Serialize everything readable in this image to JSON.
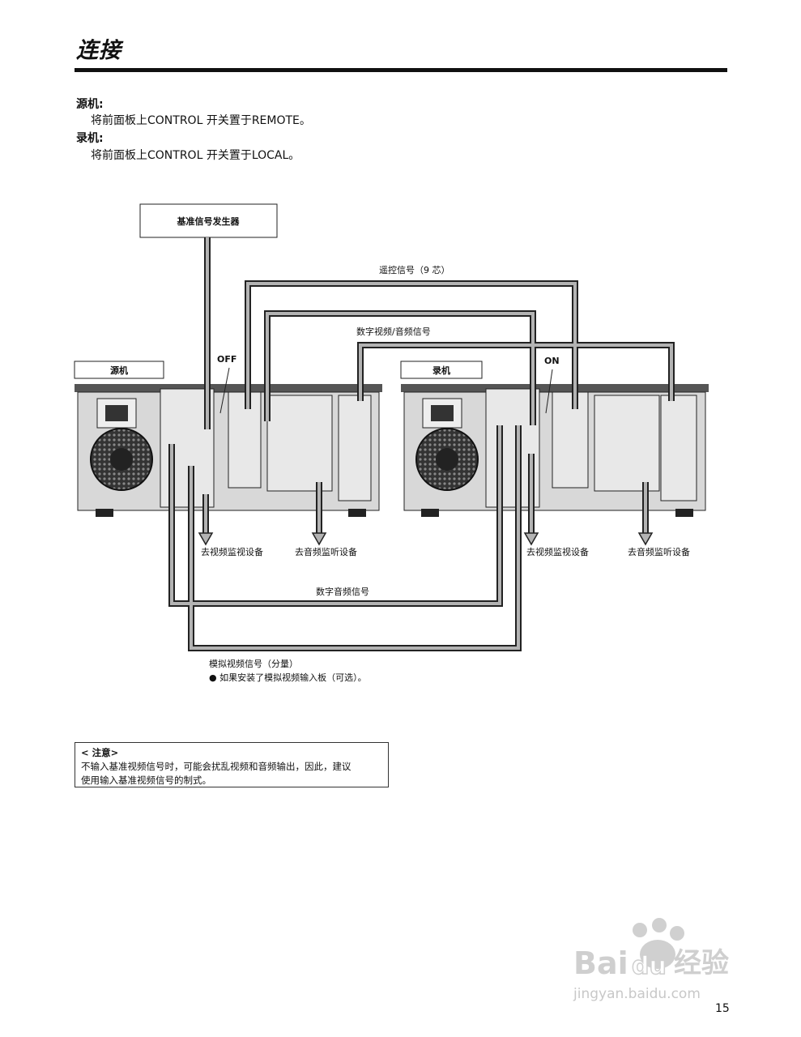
{
  "header": {
    "title": "连接"
  },
  "instructions": [
    {
      "label": "源机:",
      "text": "将前面板上CONTROL 开关置于REMOTE。"
    },
    {
      "label": "录机:",
      "text": "将前面板上CONTROL 开关置于LOCAL。"
    }
  ],
  "diagram": {
    "ref_generator": "基准信号发生器",
    "remote_signal": "遥控信号（9 芯）",
    "digital_av_signal": "数字视频/音频信号",
    "source_label": "源机",
    "recorder_label": "录机",
    "switch_off": "OFF",
    "switch_on": "ON",
    "to_video_monitor": "去视频监视设备",
    "to_audio_monitor": "去音频监听设备",
    "digital_audio_signal": "数字音频信号",
    "analog_video_signal": "模拟视频信号（分量）",
    "analog_note": "● 如果安装了模拟视频输入板（可选）。"
  },
  "note": {
    "title": "< 注意>",
    "line1": "不输入基准视频信号时，可能会扰乱视频和音频输出，因此，建议",
    "line2": "使用输入基准视频信号的制式。"
  },
  "watermark": {
    "brand": "Baidu经验",
    "url": "jingyan.baidu.com"
  },
  "page_number": "15"
}
